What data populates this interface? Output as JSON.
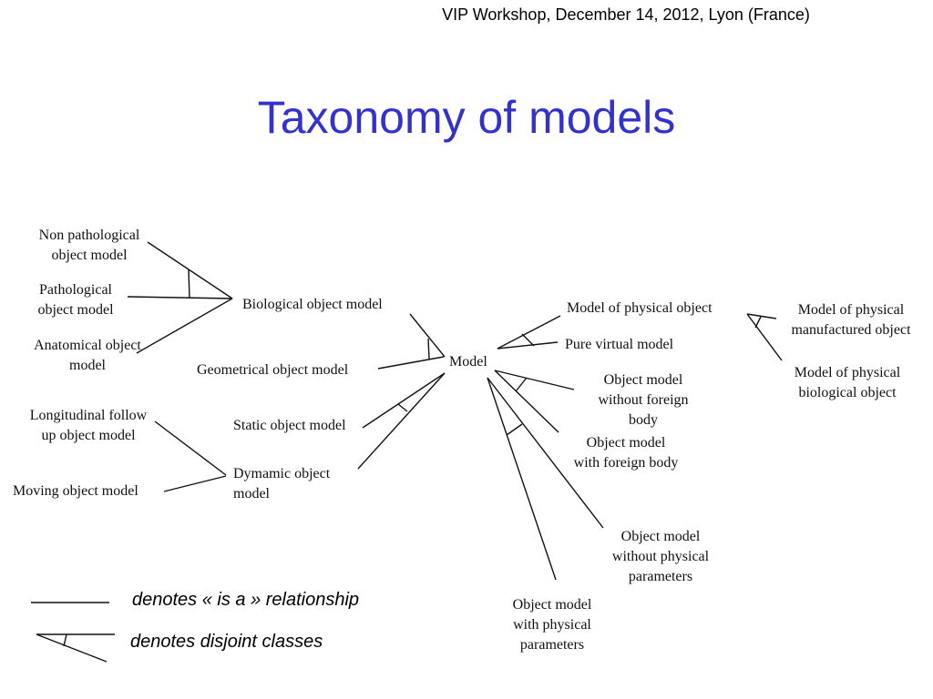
{
  "header": {
    "event": "VIP Workshop, December 14, 2012, Lyon (France)",
    "title": "Taxonomy of models"
  },
  "nodes": {
    "model": "Model",
    "biological": "Biological object model",
    "geometrical": "Geometrical object model",
    "non_pathological": "Non pathological\nobject model",
    "pathological": "Pathological\nobject model",
    "anatomical": "Anatomical object\nmodel",
    "static": "Static object model",
    "dynamic": "Dymamic object\nmodel",
    "longitudinal": "Longitudinal follow\nup object model",
    "moving": "Moving object model",
    "physical": "Model of physical object",
    "pure_virtual": "Pure virtual model",
    "phys_manufactured": "Model of physical\nmanufactured object",
    "phys_biological": "Model of physical\nbiological object",
    "without_foreign": "Object model\nwithout foreign\nbody",
    "with_foreign": "Object model\nwith foreign body",
    "without_params": "Object model\nwithout physical\nparameters",
    "with_params": "Object model\nwith physical\nparameters"
  },
  "legend": {
    "is_a": "denotes « is a » relationship",
    "disjoint": "denotes disjoint classes"
  },
  "colors": {
    "title": "#3333cc",
    "lines": "#111111"
  }
}
